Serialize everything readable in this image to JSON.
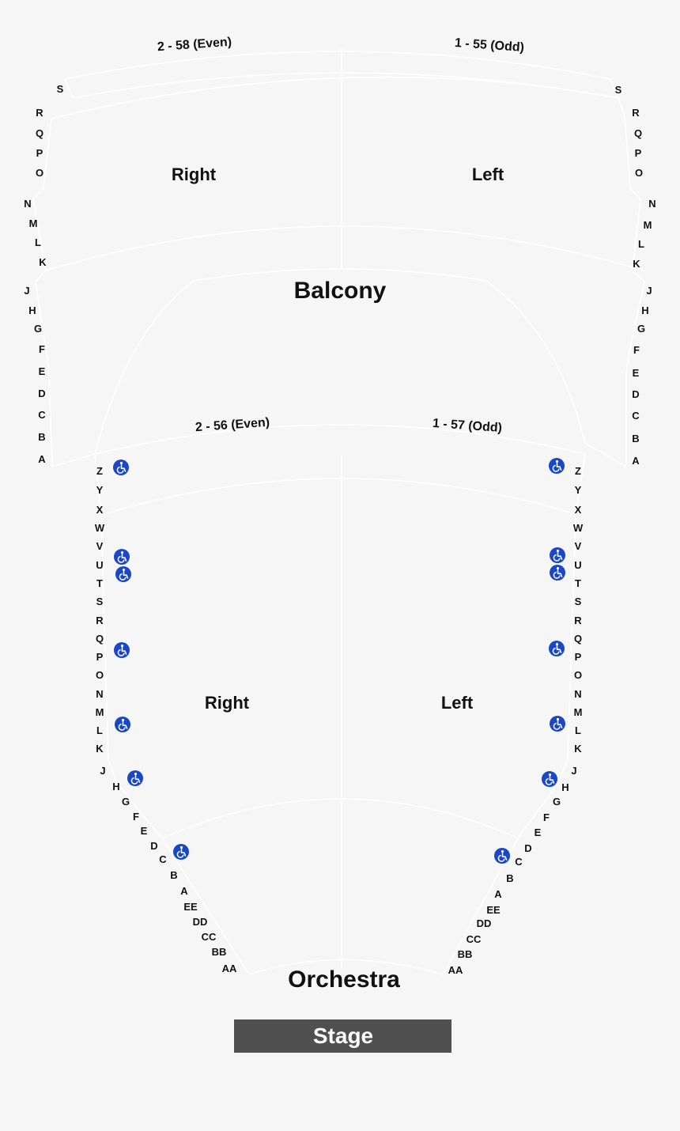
{
  "colors": {
    "background": "#f6f6f6",
    "outline": "#ffffff",
    "stage": "#505050",
    "accessible": "#1a47c8",
    "text": "#111111"
  },
  "balcony": {
    "title": "Balcony",
    "upper_right_range": "2 - 58 (Even)",
    "upper_left_range": "1 - 55 (Odd)",
    "right_label": "Right",
    "left_label": "Left",
    "rows": [
      "S",
      "R",
      "Q",
      "P",
      "O",
      "N",
      "M",
      "L",
      "K",
      "J",
      "H",
      "G",
      "F",
      "E",
      "D",
      "C",
      "B",
      "A"
    ]
  },
  "orchestra": {
    "title": "Orchestra",
    "right_range": "2 - 56 (Even)",
    "left_range": "1 - 57 (Odd)",
    "right_label": "Right",
    "left_label": "Left",
    "rows": [
      "Z",
      "Y",
      "X",
      "W",
      "V",
      "U",
      "T",
      "S",
      "R",
      "Q",
      "P",
      "O",
      "N",
      "M",
      "L",
      "K",
      "J",
      "H",
      "G",
      "F",
      "E",
      "D",
      "C",
      "B",
      "A",
      "EE",
      "DD",
      "CC",
      "BB",
      "AA"
    ]
  },
  "stage": {
    "label": "Stage"
  },
  "icons": {
    "accessible_seating": "wheelchair-icon"
  }
}
